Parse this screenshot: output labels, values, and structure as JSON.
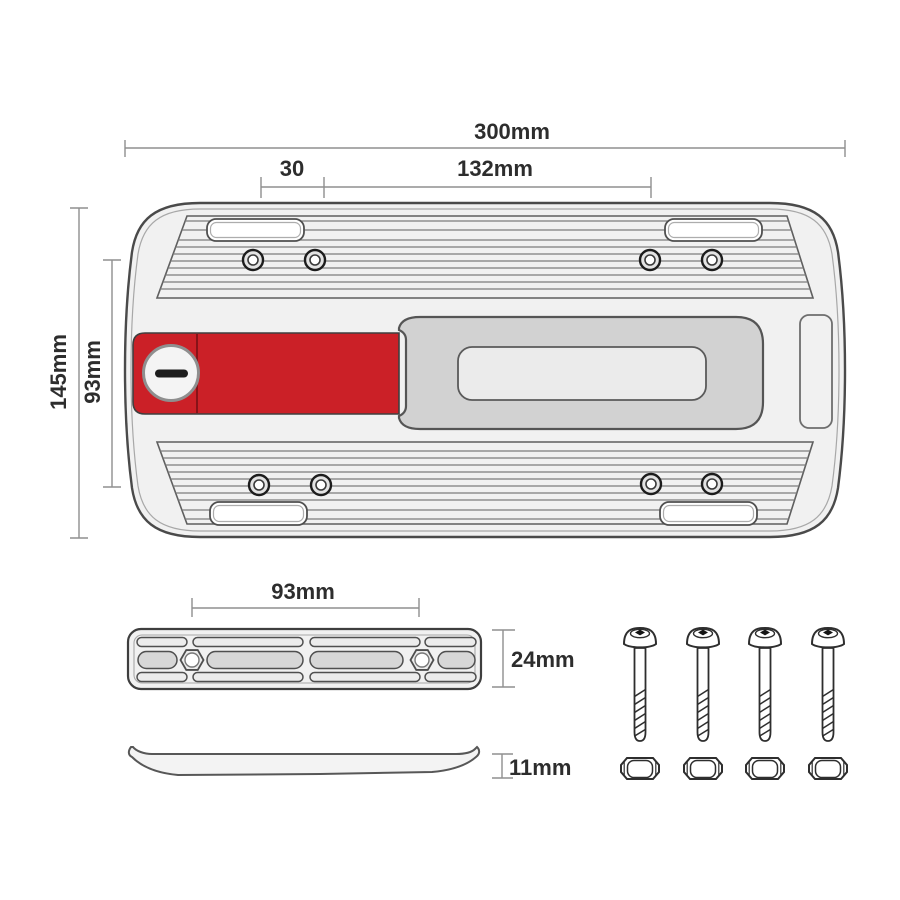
{
  "drawing": {
    "subject": "mounting-plate-technical-diagram",
    "colors": {
      "outline": "#4a4a4a",
      "plate_fill": "#f1f1f1",
      "slider_fill": "#d2d2d2",
      "accent_red": "#cb2027",
      "dimension_line": "#8f8f8f",
      "label_text": "#2d2d2d"
    },
    "labels": {
      "overall_width": "300mm",
      "hole_offset": "30",
      "slider_length": "132mm",
      "overall_height": "145mm",
      "hole_span": "93mm",
      "rail_span": "93mm",
      "rail_height": "24mm",
      "pad_thickness": "11mm"
    },
    "hardware": {
      "screws": 4,
      "nuts": 4
    }
  }
}
